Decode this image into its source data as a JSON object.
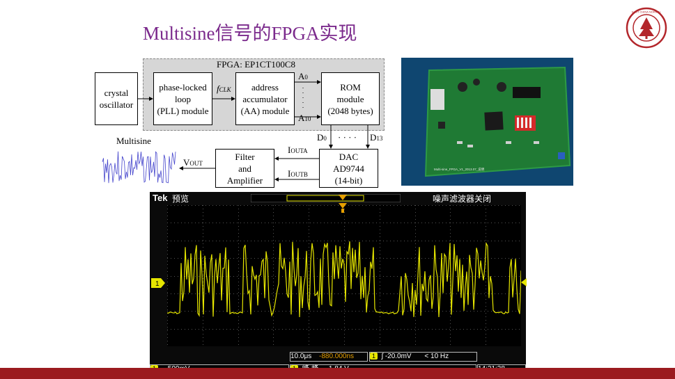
{
  "title": "Multisine信号的FPGA实现",
  "diagram": {
    "fpga_label": "FPGA: EP1CT100C8",
    "crystal": [
      "crystal",
      "oscillator"
    ],
    "pll": [
      "phase-locked",
      "loop",
      "(PLL) module"
    ],
    "fclk": "f",
    "fclk_sub": "CLK",
    "aa": [
      "address",
      "accumulator",
      "(AA) module"
    ],
    "a0": "A",
    "a0_sub": "0",
    "a10": "A",
    "a10_sub": "10",
    "rom": [
      "ROM",
      "module",
      "(2048 bytes)"
    ],
    "d0": "D",
    "d0_sub": "0",
    "d13": "D",
    "d13_sub": "13",
    "dots": "· · · ·",
    "multisine_label": "Multisine",
    "filter": [
      "Filter",
      "and",
      "Amplifier"
    ],
    "dac": [
      "DAC",
      "AD9744",
      "(14-bit)"
    ],
    "vout": "V",
    "vout_sub": "OUT",
    "iouta": "I",
    "iouta_sub": "OUTA",
    "ioutb": "I",
    "ioutb_sub": "OUTB"
  },
  "photo": {
    "board_text": "Multi-sine_FPGA_V1_2013.07_说明"
  },
  "scope": {
    "brand": "Tek",
    "mode": "预览",
    "filter_status": "噪声滤波器关闭",
    "timebase": "10.0μs",
    "trigger_pos": "-880.000ns",
    "ch1_badge": "1",
    "trigger_level": "-20.0mV",
    "trigger_freq": "< 10 Hz",
    "ch1_scale": "500mV",
    "measure_label": "峰-峰",
    "measure_value": "1.84 V",
    "clock": "14:21:38",
    "trace_color": "#e6e600"
  }
}
